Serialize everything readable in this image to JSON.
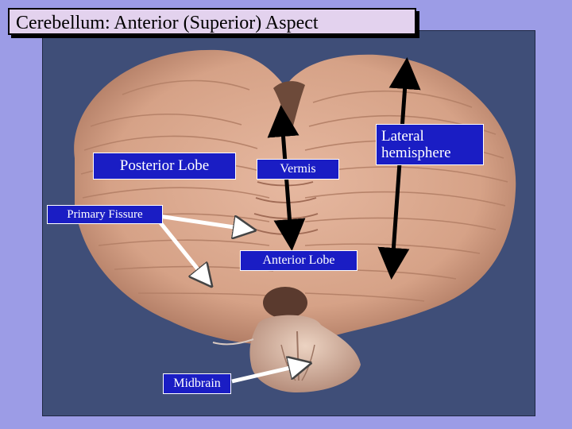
{
  "slide": {
    "title": "Cerebellum: Anterior (Superior) Aspect"
  },
  "photo": {
    "subject": "cerebellum-specimen-icon"
  },
  "labels": {
    "posterior_lobe": "Posterior Lobe",
    "vermis": "Vermis",
    "lateral_hemisphere": "Lateral hemisphere",
    "primary_fissure": "Primary Fissure",
    "anterior_lobe": "Anterior Lobe",
    "midbrain": "Midbrain"
  },
  "colors": {
    "slide_background": "#9c9ce6",
    "label_background": "#1a1dc4",
    "label_text": "#ffffff",
    "title_background": "#e3d2ee",
    "photo_background": "#3f4e78",
    "tissue": "#d9a98f"
  }
}
